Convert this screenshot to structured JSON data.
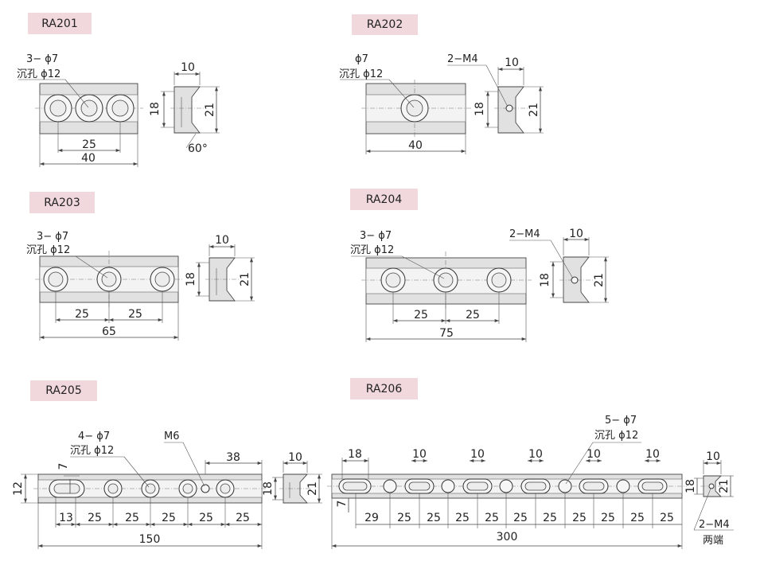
{
  "parts": [
    {
      "id": "RA201",
      "hole_label": "3− ϕ7",
      "counterbore": "沉孔 ϕ12",
      "pitch": "25",
      "length": "40",
      "width": "18",
      "height": "21",
      "top": "10",
      "angle": "60°"
    },
    {
      "id": "RA202",
      "hole_label": "ϕ7",
      "counterbore": "沉孔 ϕ12",
      "thread": "2−M4",
      "length": "40",
      "width": "18",
      "height": "21",
      "top": "10"
    },
    {
      "id": "RA203",
      "hole_label": "3− ϕ7",
      "counterbore": "沉孔 ϕ12",
      "pitches": [
        "25",
        "25"
      ],
      "length": "65",
      "width": "18",
      "height": "21",
      "top": "10"
    },
    {
      "id": "RA204",
      "hole_label": "3− ϕ7",
      "counterbore": "沉孔 ϕ12",
      "thread": "2−M4",
      "pitches": [
        "25",
        "25"
      ],
      "length": "75",
      "width": "18",
      "height": "21",
      "top": "10"
    },
    {
      "id": "RA205",
      "hole_label": "4−  ϕ7",
      "counterbore": "沉孔 ϕ12",
      "tap": "M6",
      "offset": "38",
      "slot_depth": "7",
      "height_left": "12",
      "spacing": [
        "13",
        "25",
        "25",
        "25",
        "25",
        "25"
      ],
      "length": "150",
      "width": "18",
      "height": "21",
      "top": "10"
    },
    {
      "id": "RA206",
      "hole_label": "5− ϕ7",
      "counterbore": "沉孔 ϕ12",
      "slot_len": "18",
      "slot_w": [
        "10",
        "10",
        "10",
        "10",
        "10"
      ],
      "slot_depth": "7",
      "spacing": [
        "29",
        "25",
        "25",
        "25",
        "25",
        "25",
        "25",
        "25",
        "25",
        "25",
        "25"
      ],
      "length": "300",
      "width": "18",
      "height": "21",
      "top": "10",
      "thread": "2−M4",
      "thread_note": "两端"
    }
  ]
}
